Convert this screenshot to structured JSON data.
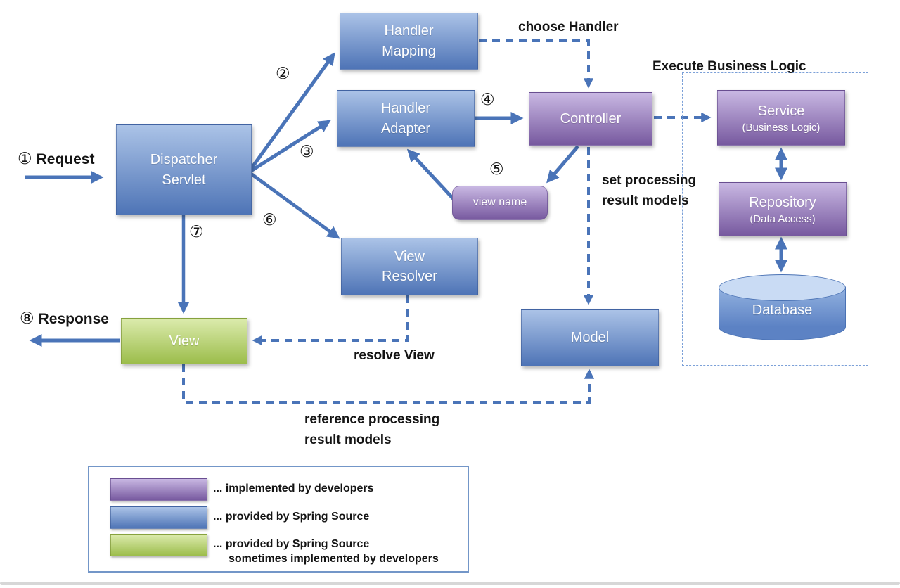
{
  "nodes": {
    "dispatcher_servlet": {
      "label": "Dispatcher\nServlet"
    },
    "handler_mapping": {
      "label": "Handler\nMapping"
    },
    "handler_adapter": {
      "label": "Handler\nAdapter"
    },
    "controller": {
      "label": "Controller"
    },
    "view_name": {
      "label": "view name"
    },
    "view_resolver": {
      "label": "View\nResolver"
    },
    "view": {
      "label": "View"
    },
    "model": {
      "label": "Model"
    },
    "service": {
      "label": "Service",
      "sublabel": "(Business Logic)"
    },
    "repository": {
      "label": "Repository",
      "sublabel": "(Data Access)"
    },
    "database": {
      "label": "Database"
    }
  },
  "annotations": {
    "choose_handler": "choose Handler",
    "execute_business_logic": "Execute Business Logic",
    "set_processing": "set processing\nresult models",
    "resolve_view": "resolve View",
    "reference_processing": "reference processing\nresult models"
  },
  "steps": {
    "s1": {
      "num": "①",
      "label": "Request"
    },
    "s2": {
      "num": "②"
    },
    "s3": {
      "num": "③"
    },
    "s4": {
      "num": "④"
    },
    "s5": {
      "num": "⑤"
    },
    "s6": {
      "num": "⑥"
    },
    "s7": {
      "num": "⑦"
    },
    "s8": {
      "num": "⑧",
      "label": "Response"
    }
  },
  "legend": {
    "items": [
      {
        "kind": "purple",
        "label": "... implemented by developers"
      },
      {
        "kind": "blue",
        "label": "... provided by Spring Source"
      },
      {
        "kind": "green",
        "label": "... provided by Spring Source",
        "label2": "sometimes implemented by developers"
      }
    ]
  },
  "colors": {
    "arrow": "#4a74b8",
    "blue_top": "#abc3e7",
    "blue_bottom": "#4e74b6",
    "purple_top": "#c9b8e3",
    "purple_bottom": "#77599f",
    "green_top": "#dcebad",
    "green_bottom": "#9cbd4b",
    "dotted_border": "#7ba0d8"
  }
}
